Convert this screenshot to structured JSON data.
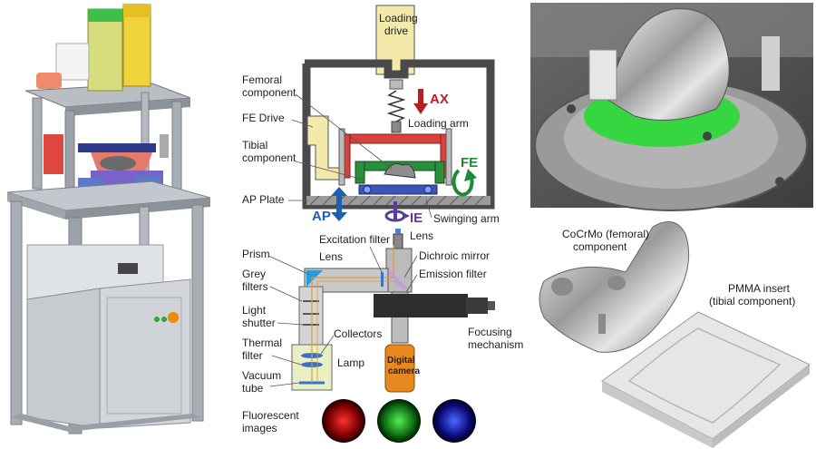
{
  "schematic": {
    "loading_drive": [
      "Loading",
      "drive"
    ],
    "femoral_component": [
      "Femoral",
      "component"
    ],
    "fe_drive": "FE Drive",
    "tibial_component": [
      "Tibial",
      "component"
    ],
    "ap_plate": "AP Plate",
    "ax": "AX",
    "loading_arm": "Loading arm",
    "fe": "FE",
    "ap": "AP",
    "ie": "IE",
    "swinging_arm": "Swinging arm"
  },
  "microscope": {
    "excitation_filter": "Excitation filter",
    "lens_top": "Lens",
    "lens_left": "Lens",
    "dichroic_mirror": "Dichroic mirror",
    "prism": "Prism",
    "emission_filter": "Emission filter",
    "grey_filters": [
      "Grey",
      "filters"
    ],
    "light_shutter": [
      "Light",
      "shutter"
    ],
    "collectors": "Collectors",
    "thermal_filter": [
      "Thermal",
      "filter"
    ],
    "lamp": "Lamp",
    "vacuum_tube": [
      "Vacuum",
      "tube"
    ],
    "focusing_mechanism": [
      "Focusing",
      "mechanism"
    ],
    "digital_camera": [
      "Digital",
      "camera"
    ],
    "fluorescent_images": [
      "Fluorescent",
      "images"
    ]
  },
  "implant": {
    "femoral": [
      "CoCrMo (femoral)",
      "component"
    ],
    "tibial": [
      "PMMA insert",
      "(tibial component)"
    ]
  },
  "colors": {
    "red_arrow": "#b21f24",
    "blue_arrow": "#1f5fb0",
    "purple_arrow": "#5a3a9a",
    "green_arrow": "#1d8a3a",
    "frame_red": "#d9423c",
    "frame_green": "#2a8f3b",
    "frame_blue": "#3f54b5",
    "yellow": "#f2e6a6"
  }
}
